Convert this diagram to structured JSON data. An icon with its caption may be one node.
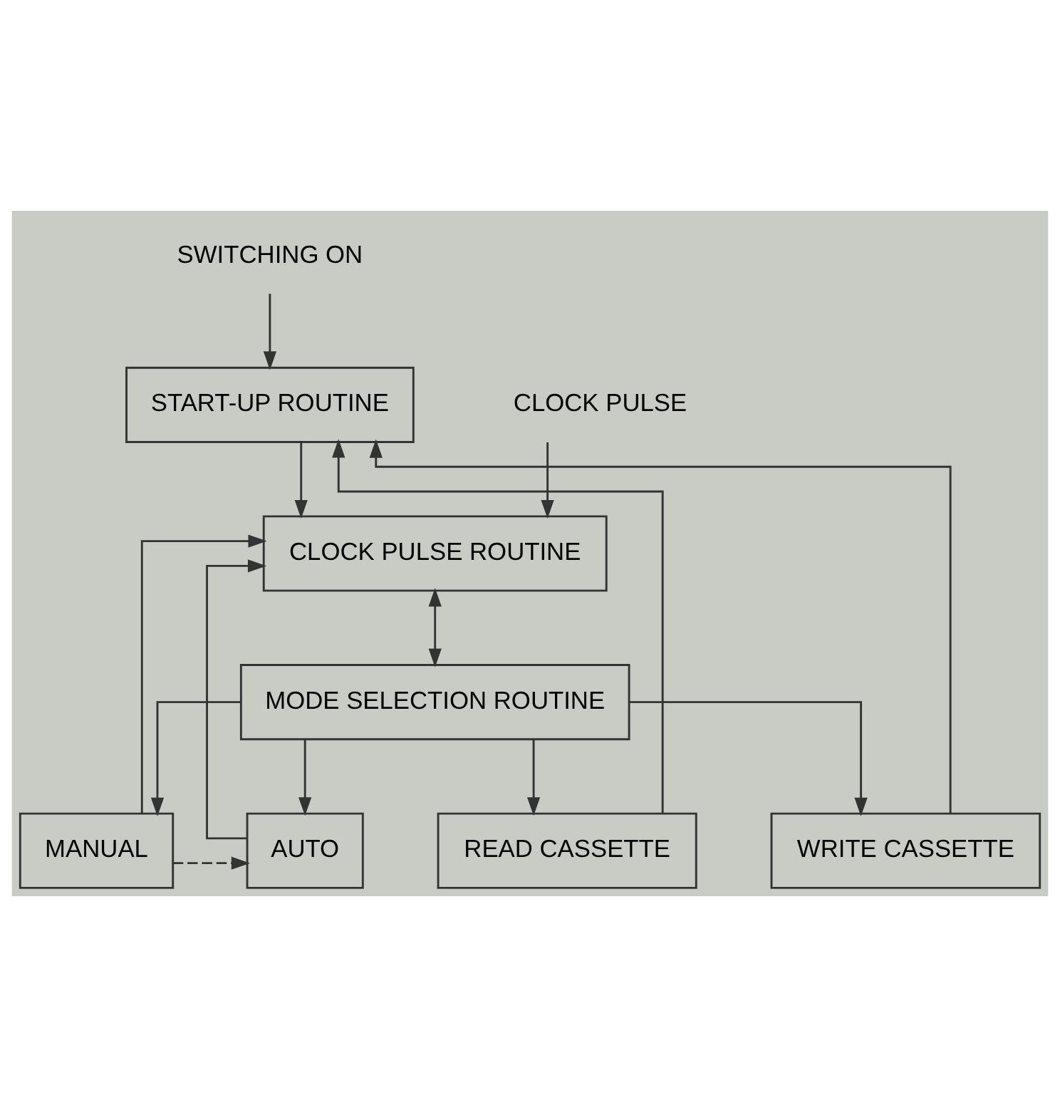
{
  "diagram": {
    "nodes": [
      {
        "text": [
          "SWITCHING ON"
        ]
      },
      {
        "text": [
          "START-UP ROUTINE"
        ]
      },
      {
        "text": [
          "CLOCK PULSE"
        ]
      },
      {
        "text": [
          "CLOCK PULSE ROUTINE"
        ]
      },
      {
        "text": [
          "MODE SELECTION ROUTINE"
        ]
      },
      {
        "text": [
          "MANUAL"
        ]
      },
      {
        "text": [
          "AUTO"
        ]
      },
      {
        "text": [
          "READ CASSETTE"
        ]
      },
      {
        "text": [
          "WRITE CASSETTE"
        ]
      }
    ],
    "edges": [
      {
        "from": 0,
        "to": 1,
        "arrow": "to"
      },
      {
        "from": 1,
        "to": 3,
        "arrow": "to"
      },
      {
        "from": 2,
        "to": 3,
        "arrow": "to"
      },
      {
        "from": 3,
        "to": 4,
        "arrow": "both"
      },
      {
        "from": 4,
        "to": 5,
        "arrow": "to"
      },
      {
        "from": 4,
        "to": 6,
        "arrow": "to"
      },
      {
        "from": 4,
        "to": 7,
        "arrow": "to"
      },
      {
        "from": 4,
        "to": 8,
        "arrow": "to"
      },
      {
        "from": 5,
        "to": 6,
        "arrow": "to",
        "style": "dashed"
      },
      {
        "from": 5,
        "to": 3,
        "arrow": "to"
      },
      {
        "from": 6,
        "to": 3,
        "arrow": "to"
      },
      {
        "from": 7,
        "to": 1,
        "arrow": "to"
      },
      {
        "from": 8,
        "to": 1,
        "arrow": "to"
      }
    ]
  }
}
